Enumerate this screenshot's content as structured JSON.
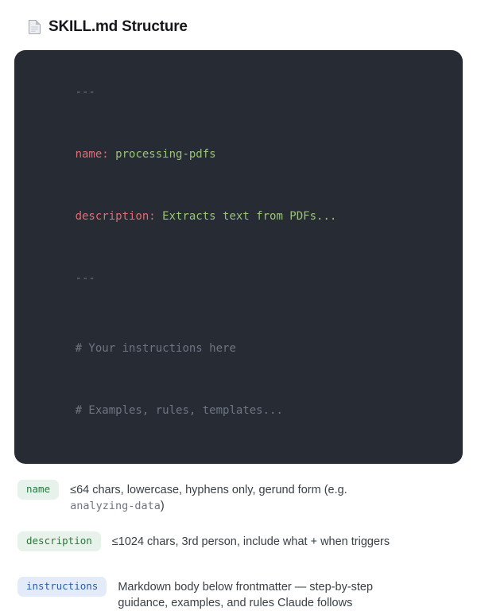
{
  "header": {
    "title": "SKILL.md Structure",
    "icon": "page-icon"
  },
  "code_block": {
    "frontmatter_open": "---",
    "name_key": "name:",
    "name_value": " processing-pdfs",
    "description_key": "description:",
    "description_value": " Extracts text from PDFs...",
    "frontmatter_close": "---",
    "comment_line_1": "# Your instructions here",
    "comment_line_2": "# Examples, rules, templates..."
  },
  "legend": {
    "name_row": {
      "badge": "name",
      "text_before": "≤64 chars, lowercase, hyphens only, gerund form (e.g. ",
      "code_example": "analyzing-data",
      "text_after": ")"
    },
    "description_row": {
      "badge": "description",
      "text": "≤1024 chars, 3rd person, include what + when triggers"
    },
    "instructions_row": {
      "badge": "instructions",
      "text": "Markdown body below frontmatter — step-by-step guidance, examples, and rules Claude follows"
    }
  },
  "colors": {
    "code_background": "#272b33",
    "code_key_red": "#e06c75",
    "code_value_green": "#98c379",
    "code_comment_gray": "#6e7580",
    "badge_green_bg": "#e7f3ea",
    "badge_green_text": "#27793e",
    "badge_blue_bg": "#e4ebf8",
    "badge_blue_text": "#2e5d9e"
  }
}
